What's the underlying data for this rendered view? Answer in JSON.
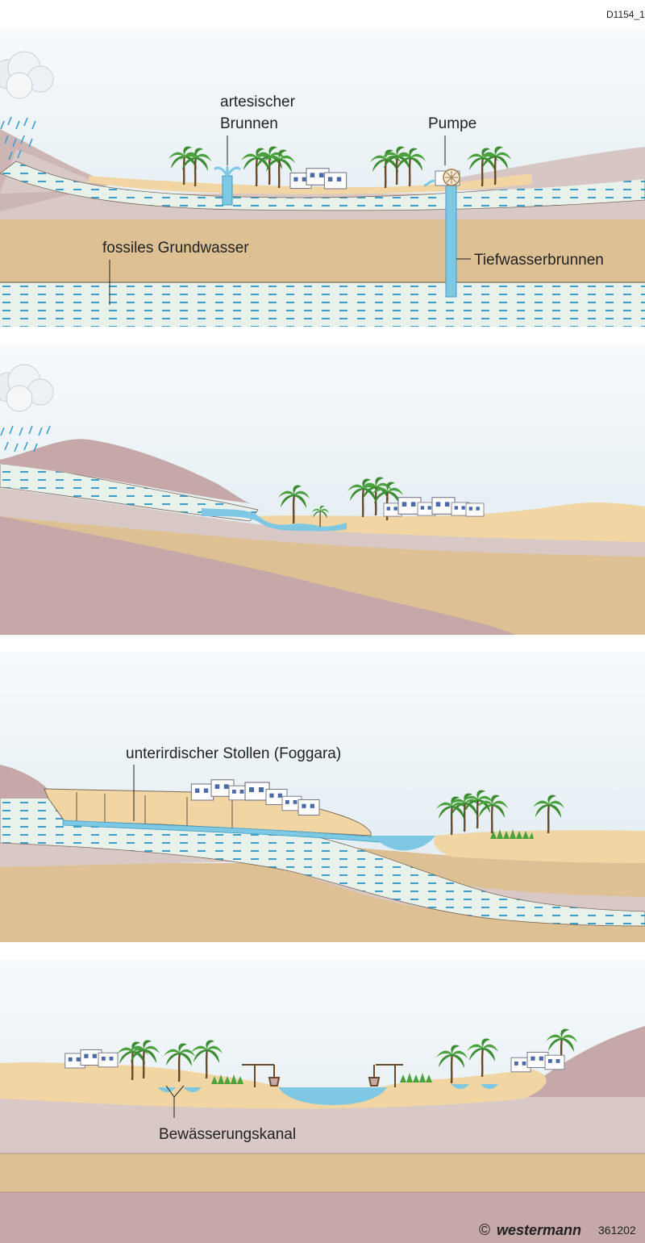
{
  "figure_id": "D1154_1",
  "panels": [
    {
      "labels": {
        "artesian_well": [
          "artesischer",
          "Brunnen"
        ],
        "pump": "Pumpe",
        "fossil_groundwater": "fossiles Grundwasser",
        "deep_well": "Tiefwasserbrunnen"
      }
    },
    {
      "labels": {}
    },
    {
      "labels": {
        "foggara": "unterirdischer Stollen (Foggara)"
      }
    },
    {
      "labels": {
        "irrigation_canal": "Bewässerungskanal"
      }
    }
  ],
  "footer": {
    "copyright": "©",
    "brand": "westermann",
    "code": "361202"
  },
  "colors": {
    "sky": "#e3edf3",
    "sand": "#f1d6a3",
    "ocher": "#ddc094",
    "mauve_light": "#ddd0cd",
    "mauve": "#c6a8a8",
    "water": "#7fc8e3",
    "aquifer_dash": "#3d9ec7",
    "palm": "#4aa23c"
  }
}
